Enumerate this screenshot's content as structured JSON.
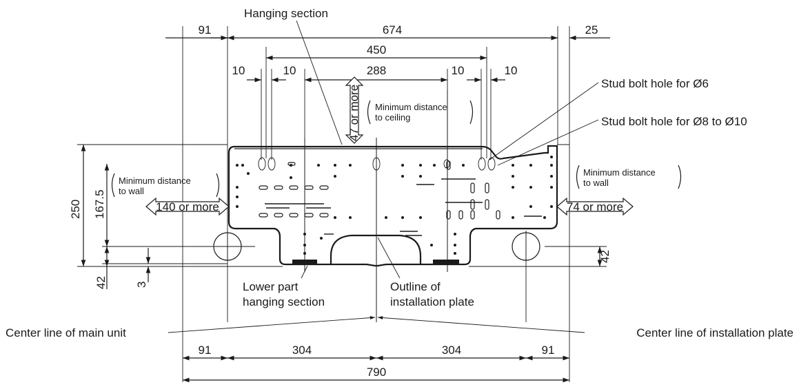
{
  "dimensions": {
    "left_gap": "91",
    "unit_width": "674",
    "right_gap": "25",
    "hole_span": "450",
    "hole_offset_left_a": "10",
    "hole_offset_left_b": "10",
    "inner_span": "288",
    "hole_offset_right_a": "10",
    "hole_offset_right_b": "10",
    "ceiling_distance": "47 or more",
    "total_height": "250",
    "plate_height": "167.5",
    "bottom_left": "42",
    "bottom_right": "42",
    "small_gap": "3",
    "bottom_left_gap": "91",
    "left_half": "304",
    "right_half": "304",
    "bottom_right_gap": "91",
    "total_width": "790",
    "wall_left": "140 or more",
    "wall_right": "74 or more"
  },
  "labels": {
    "hanging_section": "Hanging section",
    "stud_bolt_6": "Stud bolt hole for Ø6",
    "stud_bolt_8_10": "Stud bolt hole for Ø8 to Ø10",
    "min_dist_ceiling_1": "Minimum distance",
    "min_dist_ceiling_2": "to ceiling",
    "min_dist_wall_left_1": "Minimum distance",
    "min_dist_wall_left_2": "to wall",
    "min_dist_wall_right_1": "Minimum distance",
    "min_dist_wall_right_2": "to wall",
    "lower_part_1": "Lower part",
    "lower_part_2": "hanging section",
    "outline_1": "Outline of",
    "outline_2": "installation plate",
    "center_main": "Center line of main unit",
    "center_plate": "Center line of installation plate"
  }
}
